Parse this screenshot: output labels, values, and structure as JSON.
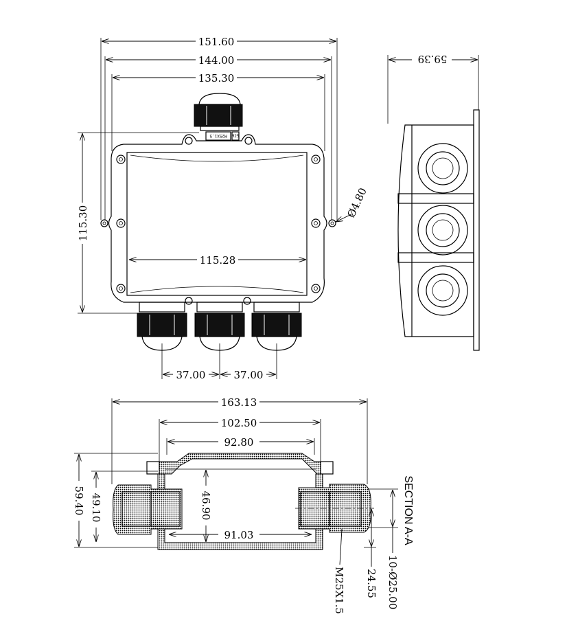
{
  "front_view": {
    "dim_overall_width": "151.60",
    "dim_hole_pitch_width": "144.00",
    "dim_body_width": "135.30",
    "dim_height": "115.30",
    "dim_inner_width": "115.28",
    "dim_hole_diameter": "Ø4.80",
    "dim_gland_pitch_left": "37.00",
    "dim_gland_pitch_right": "37.00",
    "gland_marking_1": "M25X1.5",
    "gland_marking_2": "M25"
  },
  "side_view": {
    "dim_depth": "59.39"
  },
  "section_view": {
    "title": "SECTION A-A",
    "dim_overall_length": "163.13",
    "dim_outer_body": "102.50",
    "dim_lid_inner": "92.80",
    "dim_inner_height": "46.90",
    "dim_inner_length": "91.03",
    "dim_total_height": "59.40",
    "dim_body_height": "49.10",
    "dim_gland_hole": "10-Ø25.00",
    "dim_gland_center": "24.55",
    "thread_callout": "M25X1.5"
  }
}
